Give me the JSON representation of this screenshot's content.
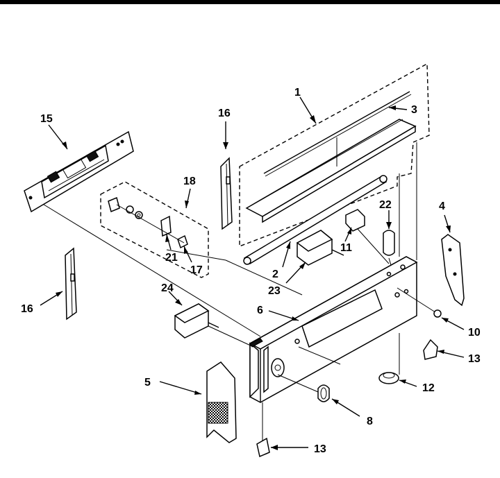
{
  "callouts": [
    {
      "id": "c1",
      "text": "1"
    },
    {
      "id": "c2",
      "text": "2"
    },
    {
      "id": "c3",
      "text": "3"
    },
    {
      "id": "c4",
      "text": "4"
    },
    {
      "id": "c5",
      "text": "5"
    },
    {
      "id": "c6",
      "text": "6"
    },
    {
      "id": "c8",
      "text": "8"
    },
    {
      "id": "c10",
      "text": "10"
    },
    {
      "id": "c11",
      "text": "11"
    },
    {
      "id": "c12",
      "text": "12"
    },
    {
      "id": "c13a",
      "text": "13"
    },
    {
      "id": "c13b",
      "text": "13"
    },
    {
      "id": "c15",
      "text": "15"
    },
    {
      "id": "c16a",
      "text": "16"
    },
    {
      "id": "c16b",
      "text": "16"
    },
    {
      "id": "c17",
      "text": "17"
    },
    {
      "id": "c18",
      "text": "18"
    },
    {
      "id": "c21",
      "text": "21"
    },
    {
      "id": "c22",
      "text": "22"
    },
    {
      "id": "c23",
      "text": "23"
    },
    {
      "id": "c24",
      "text": "24"
    }
  ]
}
